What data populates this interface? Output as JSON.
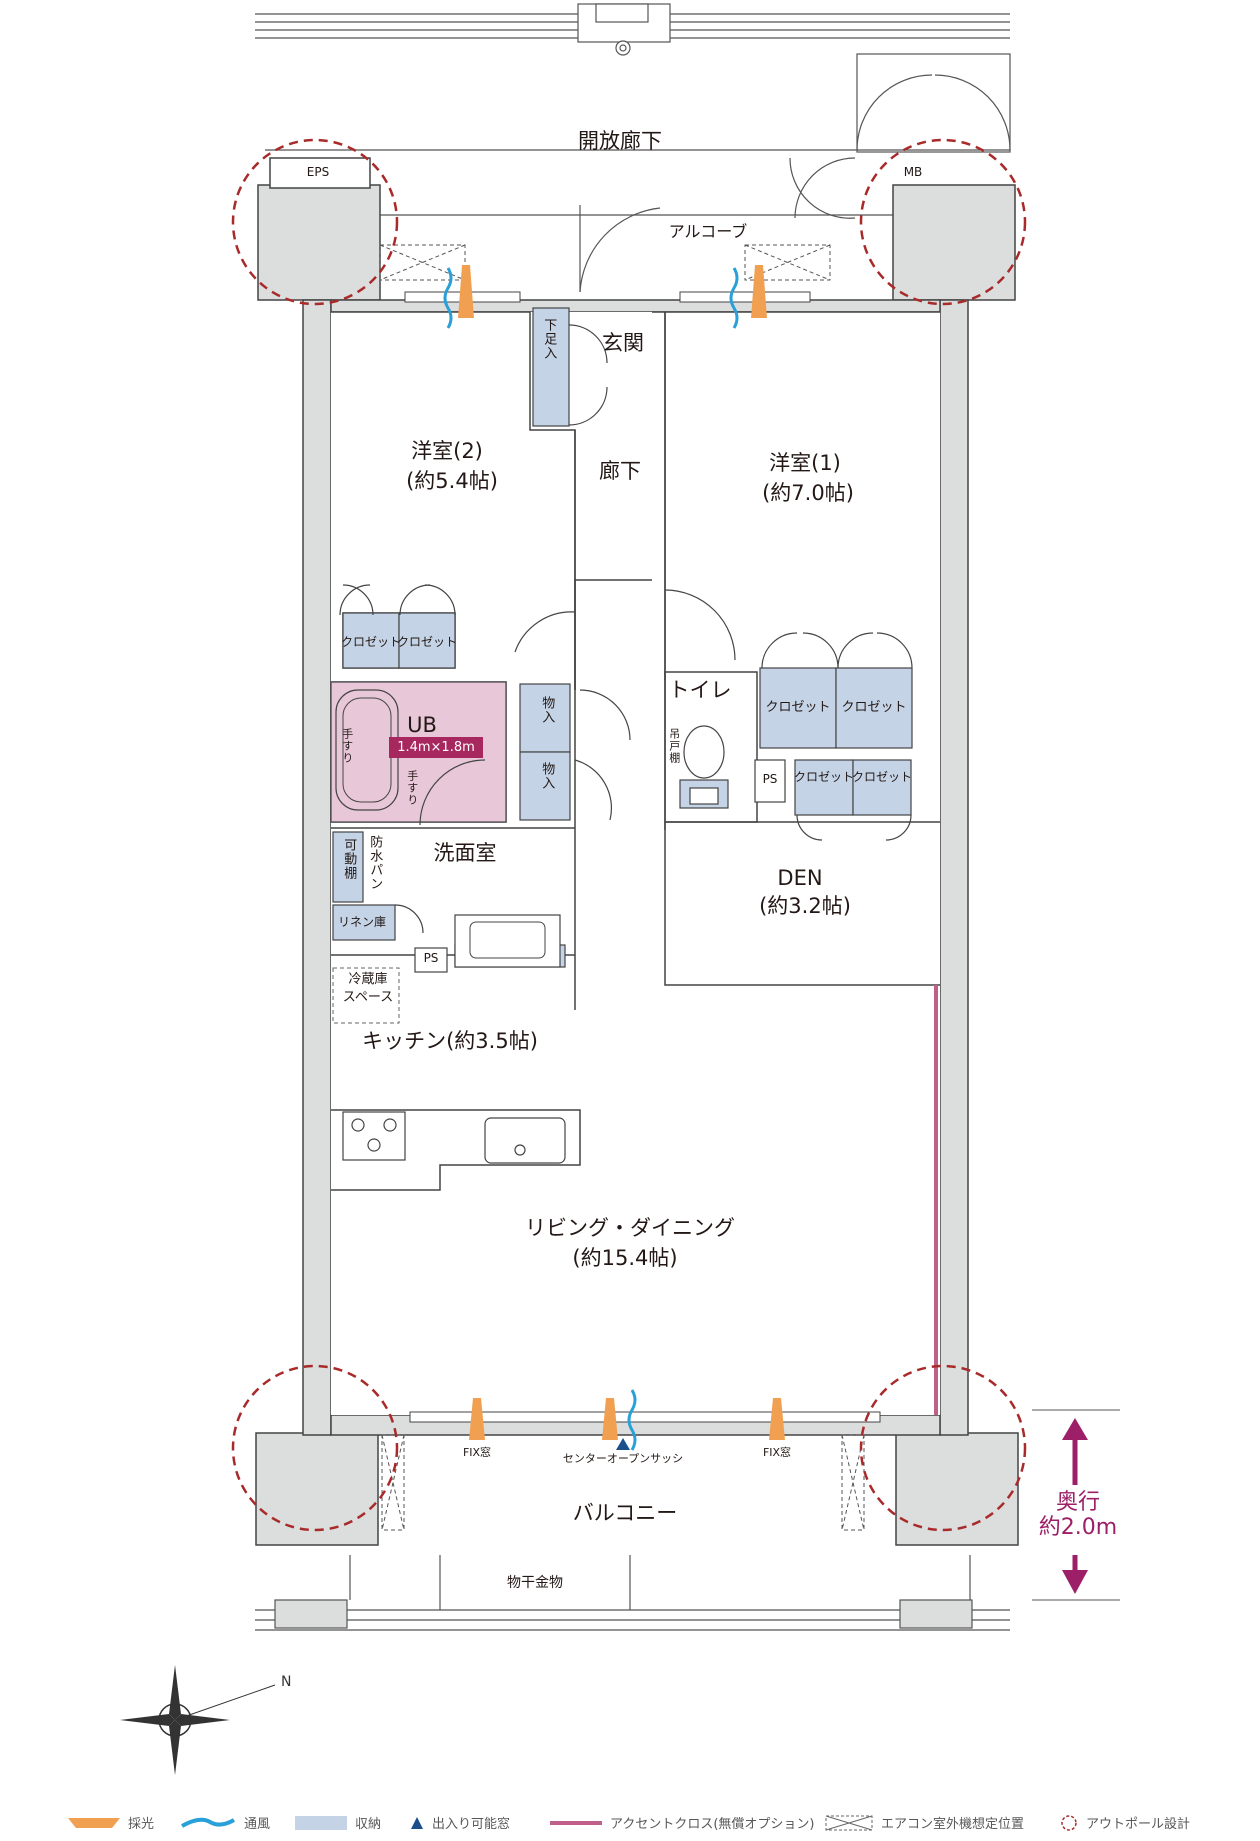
{
  "labels": {
    "corridor": "開放廊下",
    "alcove": "アルコーブ",
    "eps": "EPS",
    "mb": "MB",
    "entrance": "玄関",
    "shoe_storage": "下足入",
    "hallway": "廊下",
    "western_room_2": "洋室(2)",
    "western_room_2_size": "(約5.4帖)",
    "western_room_1": "洋室(1)",
    "western_room_1_size": "(約7.0帖)",
    "closet": "クロゼット",
    "storage": "物入",
    "toilet": "トイレ",
    "hanging_shelf": "吊戸棚",
    "ps": "PS",
    "ub": "UB",
    "ub_size": "1.4m×1.8m",
    "handrail": "手すり",
    "washroom": "洗面室",
    "movable_shelf": "可動棚",
    "waterproof_pan": "防水パン",
    "linen": "リネン庫",
    "den": "DEN",
    "den_size": "(約3.2帖)",
    "fridge_space_1": "冷蔵庫",
    "fridge_space_2": "スペース",
    "kitchen": "キッチン(約3.5帖)",
    "living_dining": "リビング・ダイニング",
    "living_dining_size": "(約15.4帖)",
    "fix_window": "FIX窓",
    "center_open_sash": "センターオープンサッシ",
    "balcony": "バルコニー",
    "drying_hardware": "物干金物",
    "depth_1": "奥行",
    "depth_2": "約2.0m"
  },
  "legend": [
    {
      "icon": "daylight-icon",
      "label": "採光"
    },
    {
      "icon": "ventilation-icon",
      "label": "通風"
    },
    {
      "icon": "storage-swatch",
      "label": "収納"
    },
    {
      "icon": "access-window-icon",
      "label": "出入り可能窓"
    },
    {
      "icon": "accent-cloth-icon",
      "label": "アクセントクロス(無償オプション)"
    },
    {
      "icon": "ac-unit-icon",
      "label": "エアコン室外機想定位置"
    },
    {
      "icon": "outpole-icon",
      "label": "アウトポール設計"
    }
  ],
  "colors": {
    "wall": "#dcdddd",
    "storage": "#c4d4e6",
    "bath": "#e8c8d8",
    "outpole": "#a82a2a",
    "daylight": "#f0a050",
    "ventilation": "#2aa0d8",
    "accent": "#c0608a",
    "access": "#1a4f8c"
  }
}
